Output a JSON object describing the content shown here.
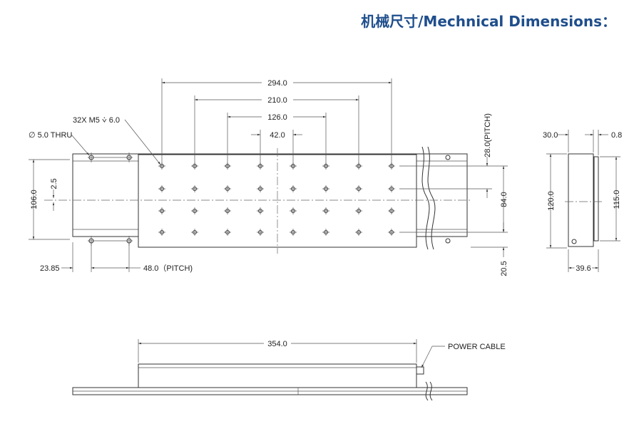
{
  "title": "机械尺寸/Mechnical Dimensions：",
  "top_view": {
    "dim_294": "294.0",
    "dim_210": "210.0",
    "dim_126": "126.0",
    "dim_42": "42.0",
    "holes_note": "32X  M5 ⩒ 6.0",
    "thru_note": "∅ 5.0 THRU",
    "dim_106": "106.0",
    "dim_2_5": "2.5",
    "dim_28_pitch": "28.0(PITCH)",
    "dim_84": "84.0",
    "dim_20_5": "20.5",
    "dim_23_85": "23.85",
    "dim_48_pitch": "48.0（PITCH)"
  },
  "side_view": {
    "dim_30": "30.0",
    "dim_0_8": "0.8",
    "dim_120": "120.0",
    "dim_115": "115.0",
    "dim_39_6": "39.6"
  },
  "front_view": {
    "dim_354": "354.0",
    "power_cable": "POWER CABLE"
  }
}
